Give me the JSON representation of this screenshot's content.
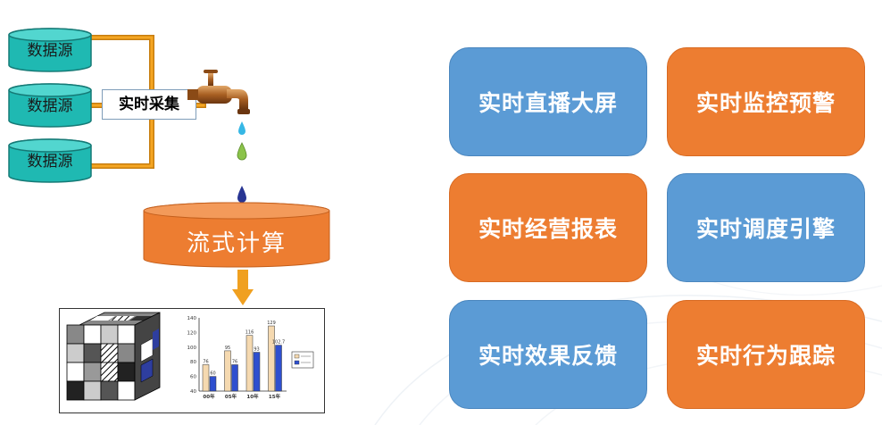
{
  "sources": [
    "数据源",
    "数据源",
    "数据源"
  ],
  "collect_label": "实时采集",
  "stream_label": "流式计算",
  "cards": [
    {
      "label": "实时直播大屏",
      "color": "blue"
    },
    {
      "label": "实时监控预警",
      "color": "orange"
    },
    {
      "label": "实时经营报表",
      "color": "orange"
    },
    {
      "label": "实时调度引擎",
      "color": "blue"
    },
    {
      "label": "实时效果反馈",
      "color": "blue"
    },
    {
      "label": "实时行为跟踪",
      "color": "orange"
    }
  ],
  "colors": {
    "source_fill": "#1fb9b2",
    "pipe": "#f5a623",
    "stream_fill": "#ed7d31",
    "card_blue": "#5b9bd5",
    "card_orange": "#ed7d31"
  },
  "chart_data": {
    "type": "bar",
    "categories": [
      "00年",
      "05年",
      "10年",
      "15年"
    ],
    "series": [
      {
        "name": "",
        "values": [
          76,
          95,
          116,
          129
        ],
        "color": "#f5d9b0"
      },
      {
        "name": "",
        "values": [
          60,
          76,
          93,
          102.7
        ],
        "color": "#2e4fcf"
      }
    ],
    "ylim": [
      40,
      140
    ],
    "yticks": [
      40,
      60,
      80,
      100,
      120,
      140
    ]
  }
}
